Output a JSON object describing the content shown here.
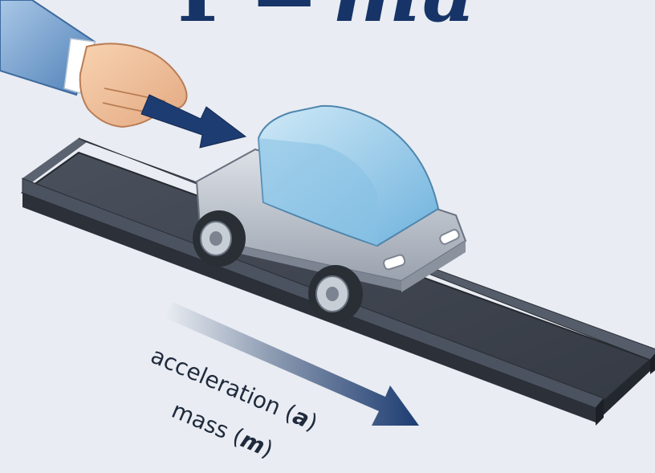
{
  "equation": {
    "F": "F",
    "equals": "=",
    "ma": "ma"
  },
  "labels": {
    "acceleration_text": "acceleration ",
    "acceleration_paren_open": "(",
    "acceleration_symbol": "a",
    "acceleration_paren_close": ")",
    "mass_text": "mass ",
    "mass_paren_open": "(",
    "mass_symbol": "m",
    "mass_paren_close": ")"
  },
  "colors": {
    "background": "#e9ecf2",
    "equation": "#163467",
    "force_arrow": "#1d3c72",
    "track": "#3e4450",
    "car_body": "#c4cad3",
    "car_cabin": "#8fc6e6"
  },
  "icons": [
    "hand-icon",
    "force-arrow-icon",
    "toy-car-icon",
    "acceleration-arrow-icon"
  ]
}
